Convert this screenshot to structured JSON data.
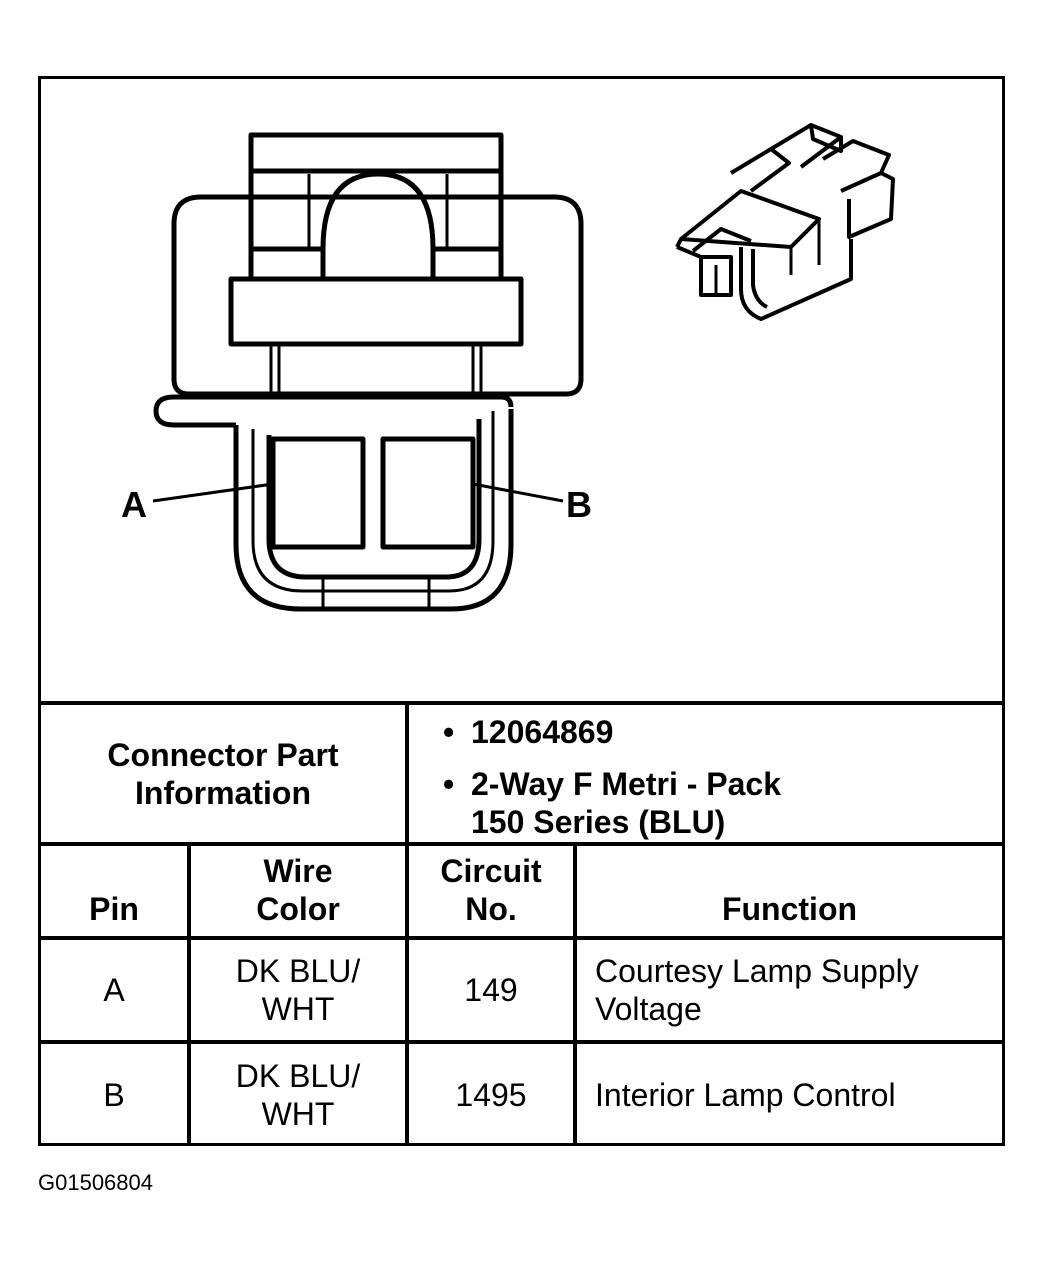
{
  "diagram": {
    "pin_labels": [
      "A",
      "B"
    ]
  },
  "connector_info": {
    "label_line1": "Connector Part",
    "label_line2": "Information",
    "bullet": "•",
    "part_number": "12064869",
    "description_line1": "2-Way F Metri - Pack",
    "description_line2": "150 Series (BLU)"
  },
  "table": {
    "headers": {
      "pin": "Pin",
      "wire_color_line1": "Wire",
      "wire_color_line2": "Color",
      "circuit_line1": "Circuit",
      "circuit_line2": "No.",
      "function": "Function"
    },
    "rows": [
      {
        "pin": "A",
        "wire_line1": "DK BLU/",
        "wire_line2": "WHT",
        "circuit": "149",
        "function_line1": "Courtesy Lamp Supply",
        "function_line2": "Voltage"
      },
      {
        "pin": "B",
        "wire_line1": "DK BLU/",
        "wire_line2": "WHT",
        "circuit": "1495",
        "function_line1": "Interior Lamp Control",
        "function_line2": ""
      }
    ]
  },
  "figure_code": "G01506804"
}
